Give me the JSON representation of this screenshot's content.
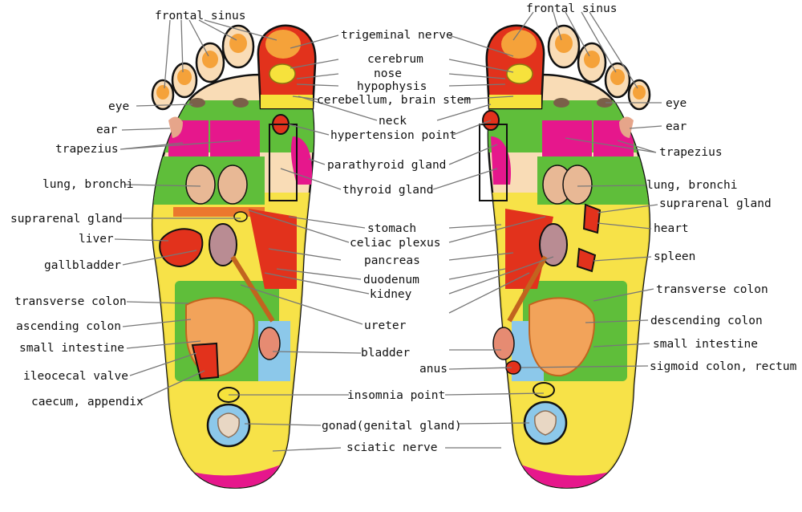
{
  "labels": {
    "frontal_sinus": "frontal sinus",
    "trigeminal_nerve": "trigeminal nerve",
    "cerebrum": "cerebrum",
    "nose": "nose",
    "hypophysis": "hypophysis",
    "cerebellum_brain_stem": "cerebellum, brain stem",
    "neck": "neck",
    "hypertension_point": "hypertension point",
    "parathyroid_gland": "parathyroid gland",
    "thyroid_gland": "thyroid gland",
    "stomach": "stomach",
    "celiac_plexus": "celiac plexus",
    "pancreas": "pancreas",
    "duodenum": "duodenum",
    "kidney": "kidney",
    "ureter": "ureter",
    "bladder": "bladder",
    "anus": "anus",
    "insomnia_point": "insomnia point",
    "gonad": "gonad(genital gland)",
    "sciatic_nerve": "sciatic nerve",
    "eye": "eye",
    "ear": "ear",
    "trapezius": "trapezius",
    "lung_bronchi": "lung, bronchi",
    "suprarenal_gland": "suprarenal gland",
    "liver": "liver",
    "gallbladder": "gallbladder",
    "transverse_colon": "transverse colon",
    "ascending_colon": "ascending colon",
    "small_intestine": "small intestine",
    "ileocecal_valve": "ileocecal valve",
    "caecum_appendix": "caecum, appendix",
    "heart": "heart",
    "spleen": "spleen",
    "descending_colon": "descending colon",
    "sigmoid_colon_rectum": "sigmoid colon, rectum"
  },
  "colors": {
    "skin": "#f9dcb6",
    "yellow": "#f6e23c",
    "green": "#5fbe3a",
    "red": "#e2321c",
    "magenta": "#e6178c",
    "orange": "#f5a23a",
    "blue": "#8cc8ea",
    "outline": "#111111"
  }
}
